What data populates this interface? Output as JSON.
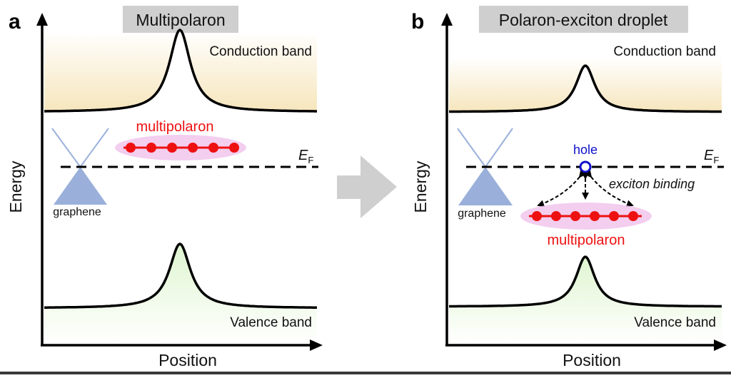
{
  "panels": [
    {
      "letter": "a",
      "title": "Multipolaron",
      "conduction_label": "Conduction band",
      "valence_label": "Valence band",
      "fermi_label_main": "E",
      "fermi_label_sub": "F",
      "graphene_label": "graphene",
      "multipolaron_label": "multipolaron",
      "y_axis_label": "Energy",
      "x_axis_label": "Position",
      "polaron_count": 6
    },
    {
      "letter": "b",
      "title": "Polaron-exciton droplet",
      "conduction_label": "Conduction band",
      "valence_label": "Valence band",
      "fermi_label_main": "E",
      "fermi_label_sub": "F",
      "graphene_label": "graphene",
      "multipolaron_label": "multipolaron",
      "hole_label": "hole",
      "exciton_label": "exciton binding",
      "y_axis_label": "Energy",
      "x_axis_label": "Position",
      "polaron_count": 6
    }
  ],
  "colors": {
    "polaron": "#ee1111",
    "hole": "#1010cc",
    "title_bg": "#cfcfcf",
    "graphene": "#8fa7d6",
    "cloud": "#f1c6ec",
    "conduction_fill": "#f6e6bd",
    "valence_fill": "#e3f6d6",
    "transition_arrow": "#cfcfcf"
  }
}
